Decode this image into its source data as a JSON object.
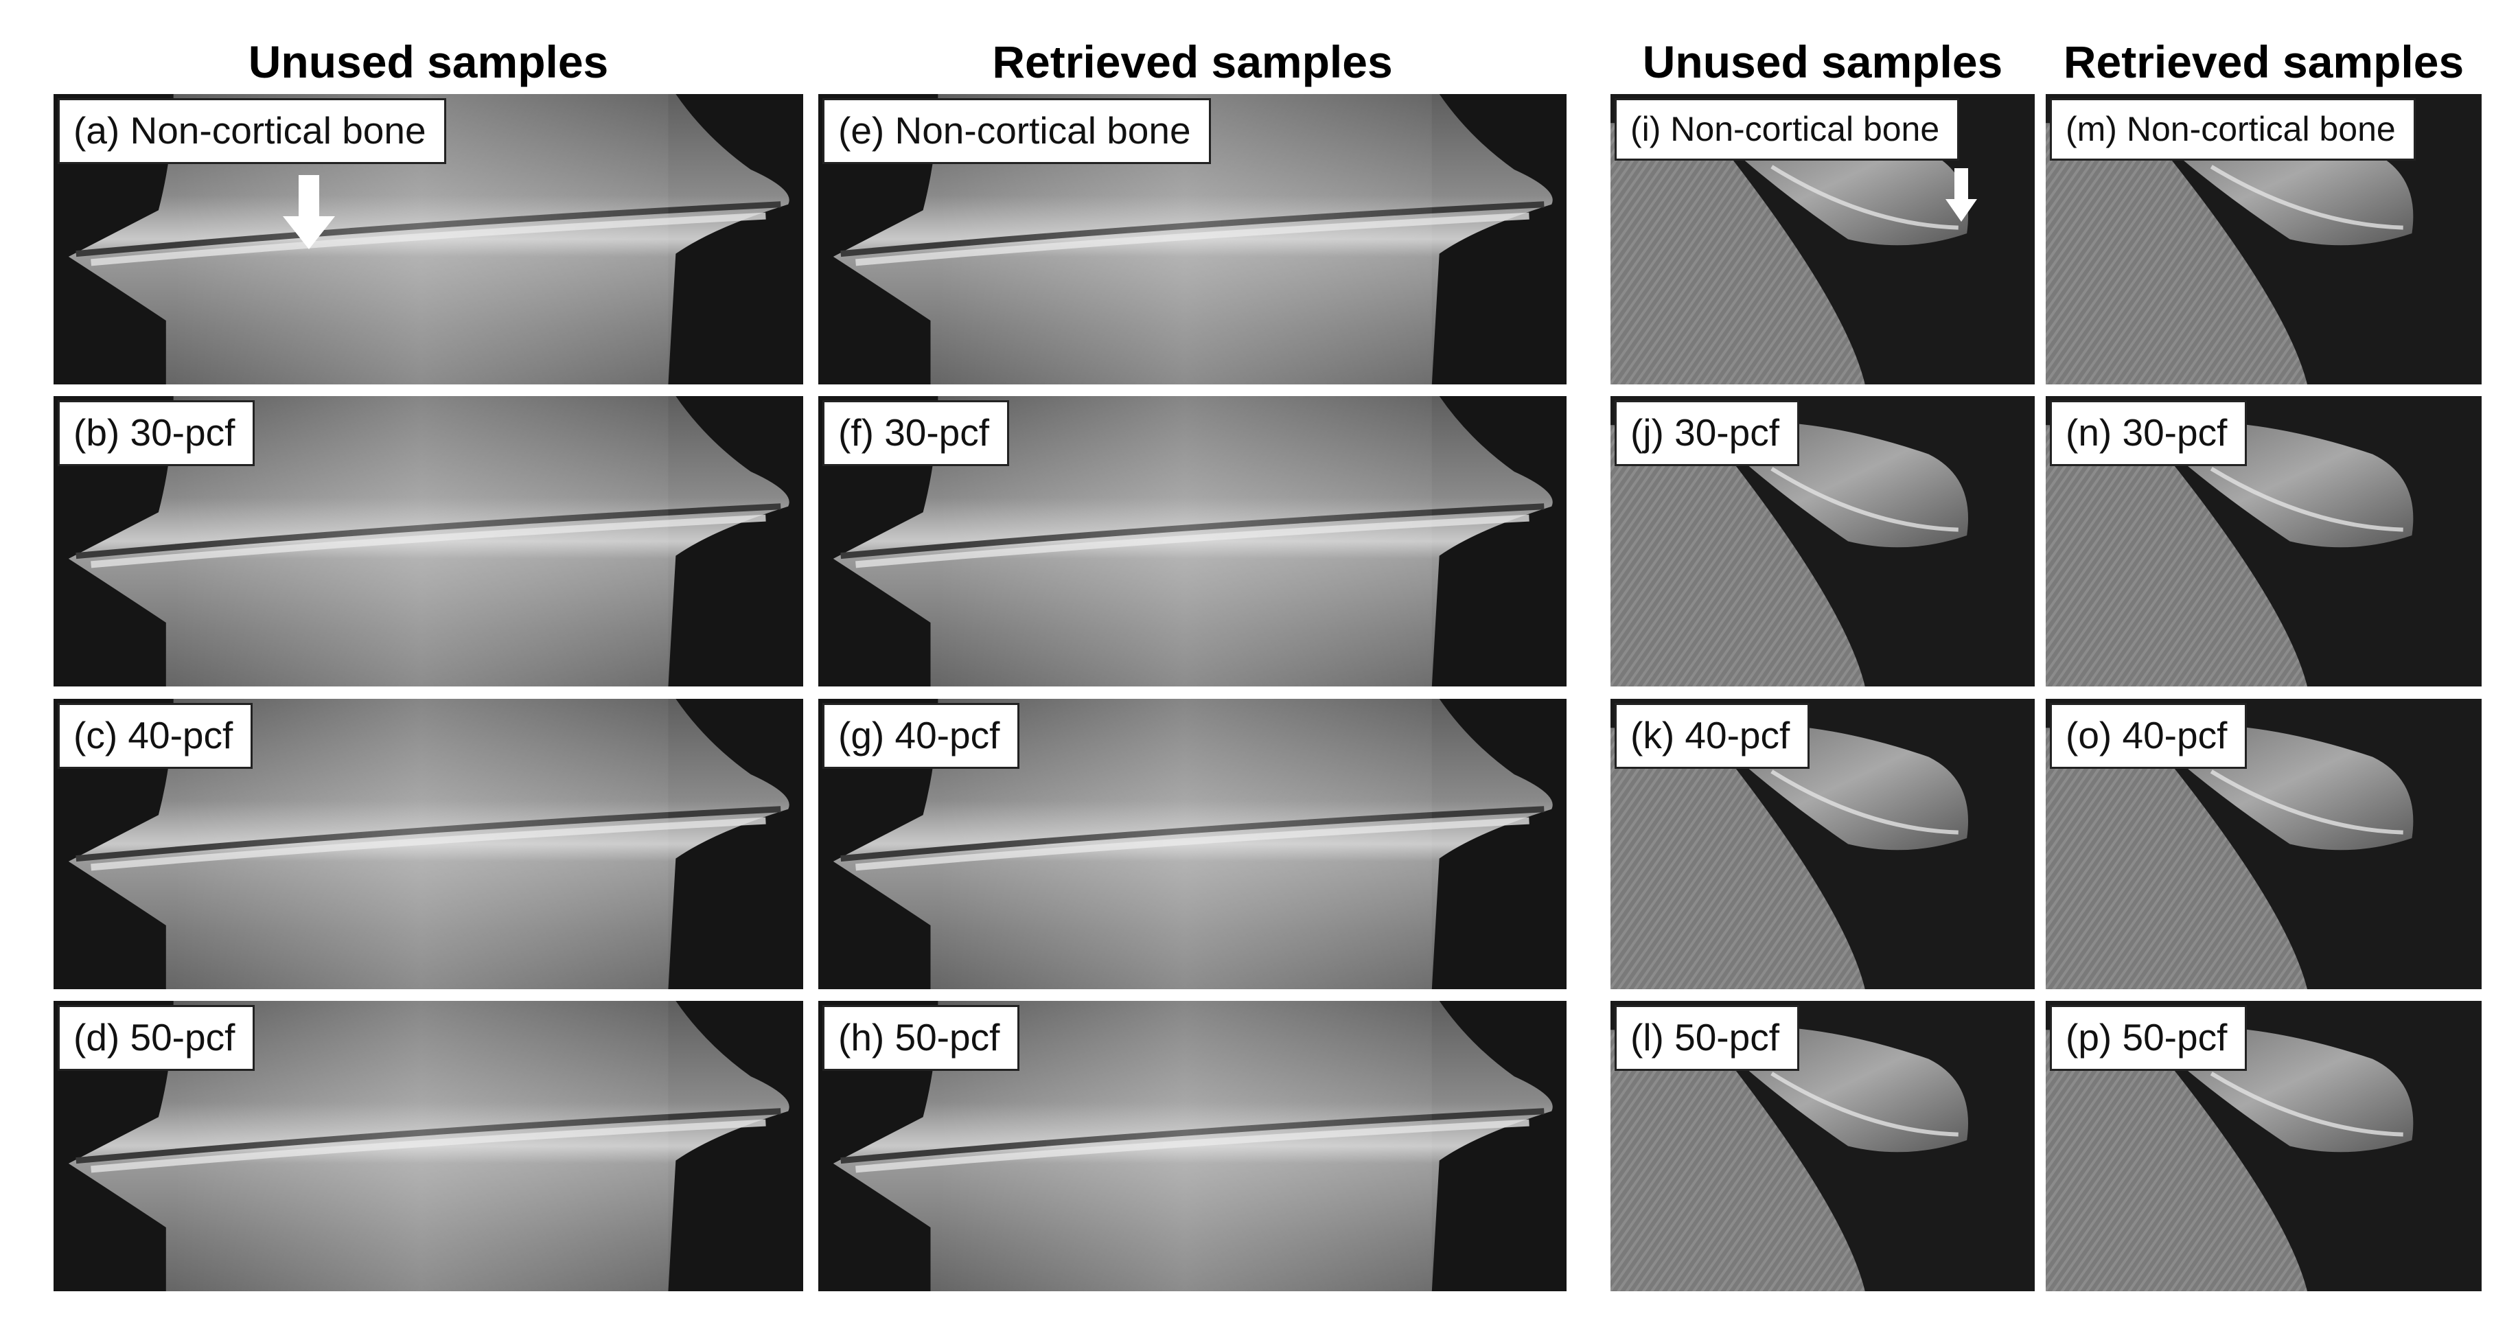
{
  "headers": [
    "Unused samples",
    "Retrieved samples",
    "Unused samples",
    "Retrieved samples"
  ],
  "panels": [
    "(a) Non-cortical bone",
    "(b) 30-pcf",
    "(c) 40-pcf",
    "(d) 50-pcf",
    "(e) Non-cortical bone",
    "(f) 30-pcf",
    "(g) 40-pcf",
    "(h) 50-pcf",
    "(i) Non-cortical bone",
    "(j) 30-pcf",
    "(k) 40-pcf",
    "(l) 50-pcf",
    "(m) Non-cortical bone",
    "(n) 30-pcf",
    "(o) 40-pcf",
    "(p) 50-pcf"
  ],
  "colors": {
    "background": "#161616",
    "metal_light": "#d4d4d4",
    "metal_mid": "#8e8e8e",
    "metal_dark": "#3a3a3a"
  }
}
